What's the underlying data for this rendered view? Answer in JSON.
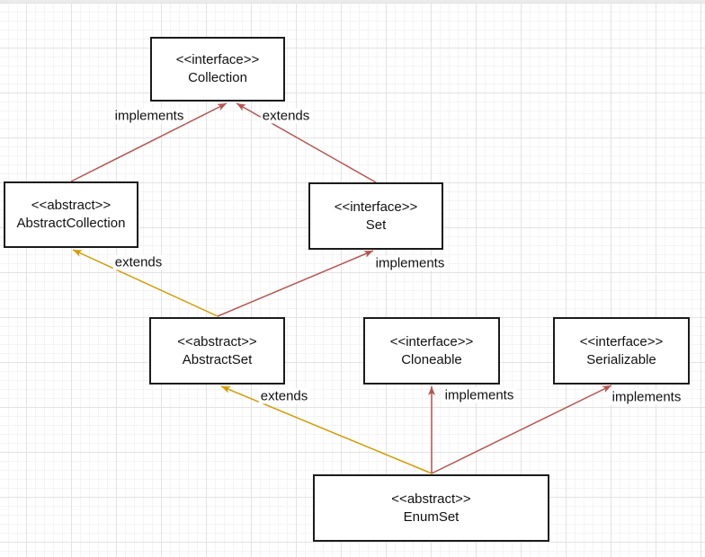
{
  "diagram": {
    "nodes": {
      "collection": {
        "stereotype": "<<interface>>",
        "name": "Collection"
      },
      "abstract_collection": {
        "stereotype": "<<abstract>>",
        "name": "AbstractCollection"
      },
      "set": {
        "stereotype": "<<interface>>",
        "name": "Set"
      },
      "abstract_set": {
        "stereotype": "<<abstract>>",
        "name": "AbstractSet"
      },
      "cloneable": {
        "stereotype": "<<interface>>",
        "name": "Cloneable"
      },
      "serializable": {
        "stereotype": "<<interface>>",
        "name": "Serializable"
      },
      "enum_set": {
        "stereotype": "<<abstract>>",
        "name": "EnumSet"
      }
    },
    "edges": [
      {
        "from": "AbstractCollection",
        "to": "Collection",
        "label": "implements",
        "color": "#b85450"
      },
      {
        "from": "Set",
        "to": "Collection",
        "label": "extends",
        "color": "#b85450"
      },
      {
        "from": "AbstractSet",
        "to": "AbstractCollection",
        "label": "extends",
        "color": "#d79b00"
      },
      {
        "from": "AbstractSet",
        "to": "Set",
        "label": "implements",
        "color": "#b85450"
      },
      {
        "from": "EnumSet",
        "to": "AbstractSet",
        "label": "extends",
        "color": "#d79b00"
      },
      {
        "from": "EnumSet",
        "to": "Cloneable",
        "label": "implements",
        "color": "#b85450"
      },
      {
        "from": "EnumSet",
        "to": "Serializable",
        "label": "implements",
        "color": "#b85450"
      }
    ],
    "colors": {
      "edge_red": "#b85450",
      "edge_orange": "#d79b00",
      "node_border": "#1b1b1b",
      "node_fill": "#ffffff",
      "grid_major": "#e3e3e3",
      "grid_minor": "#f4f4f4"
    }
  }
}
